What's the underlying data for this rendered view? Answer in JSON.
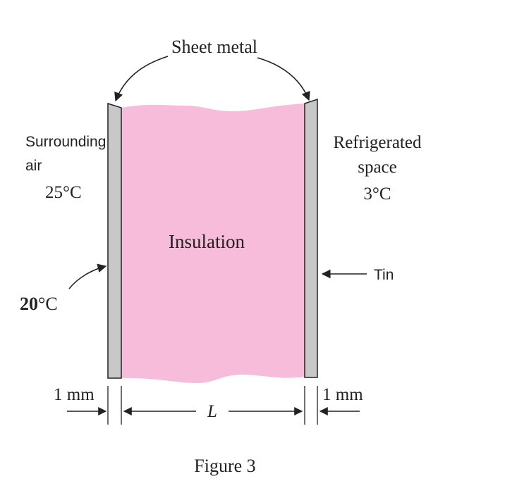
{
  "diagram": {
    "sheet_metal_label": "Sheet metal",
    "insulation_label": "Insulation",
    "left_side": {
      "label_line1": "Surrounding",
      "label_line2": "air",
      "temperature": "25°C"
    },
    "right_side": {
      "label_line1": "Refrigerated",
      "label_line2": "space",
      "temperature": "3°C"
    },
    "inner_surface_label": "Tin",
    "outer_surface_temp": {
      "value": "20",
      "unit": "°C"
    },
    "thickness_left": "1 mm",
    "thickness_right": "1 mm",
    "insulation_thickness_label": "L",
    "caption": "Figure 3"
  },
  "colors": {
    "insulation_fill": "#f7bcd9",
    "metal_fill": "#c8c8c8",
    "stroke": "#222222"
  }
}
